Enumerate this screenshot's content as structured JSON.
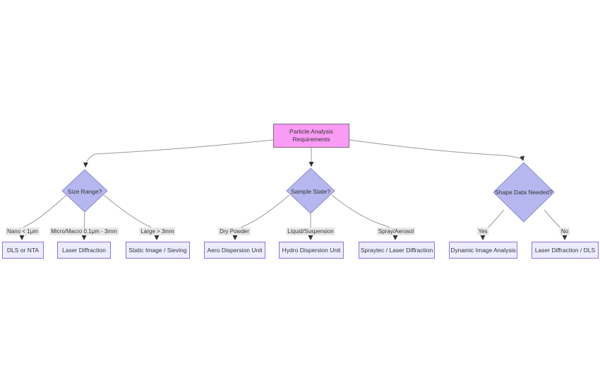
{
  "diagram": {
    "root": {
      "label_line1": "Particle Analysis",
      "label_line2": "Requirements"
    },
    "decisions": [
      {
        "label": "Size Range?"
      },
      {
        "label": "Sample State?"
      },
      {
        "label": "Shape Data Needed?"
      }
    ],
    "edges": [
      {
        "label": "Nano < 1μm"
      },
      {
        "label": "Micro/Macro 0.1μm - 3mm"
      },
      {
        "label": "Large > 3mm"
      },
      {
        "label": "Dry Powder"
      },
      {
        "label": "Liquid/Suspension"
      },
      {
        "label": "Spray/Aerosol"
      },
      {
        "label": "Yes"
      },
      {
        "label": "No"
      }
    ],
    "outcomes": [
      {
        "label": "DLS or NTA"
      },
      {
        "label": "Laser Diffraction"
      },
      {
        "label": "Static Image / Sieving"
      },
      {
        "label": "Aero Dispersion Unit"
      },
      {
        "label": "Hydro Dispersion Unit"
      },
      {
        "label": "Spraytec / Laser Diffraction"
      },
      {
        "label": "Dynamic Image Analysis"
      },
      {
        "label": "Laser Diffraction / DLS"
      }
    ],
    "colors": {
      "root_fill": "#fa9bf5",
      "decision_fill": "#b6b7ee",
      "outcome_fill": "#ececff",
      "outcome_border": "#9370db",
      "edge_line": "#999999",
      "edge_label_bg": "#e8e8e8",
      "text": "#333333"
    }
  }
}
